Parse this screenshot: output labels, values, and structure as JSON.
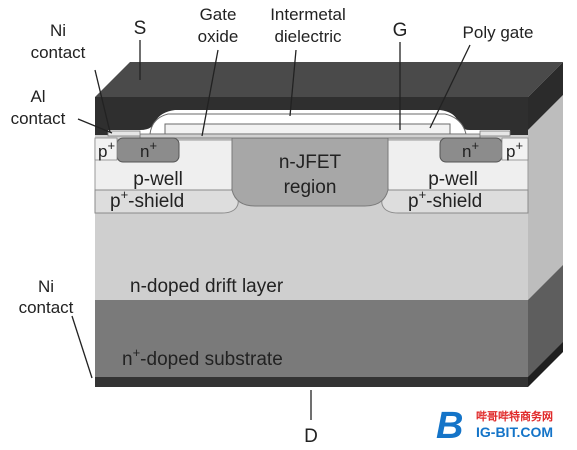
{
  "labels": {
    "s": "S",
    "ni_contact_top_line1": "Ni",
    "ni_contact_top_line2": "contact",
    "al_contact_line1": "Al",
    "al_contact_line2": "contact",
    "gate_oxide_line1": "Gate",
    "gate_oxide_line2": "oxide",
    "intermetal_line1": "Intermetal",
    "intermetal_line2": "dielectric",
    "g": "G",
    "poly_gate": "Poly gate",
    "p_plus": "p",
    "plus_sup": "+",
    "n_plus": "n",
    "n_jfet_line1": "n-JFET",
    "n_jfet_line2": "region",
    "p_well": "p-well",
    "p_shield_p": "p",
    "p_shield_rest": "-shield",
    "drift_layer": "n-doped drift layer",
    "ni_contact_bottom_line1": "Ni",
    "ni_contact_bottom_line2": "contact",
    "substrate_n": "n",
    "substrate_rest": "-doped substrate",
    "d": "D"
  },
  "watermark": {
    "brand": "BIG-BIT.COM",
    "brand_b": "B",
    "brand_rest": "IG-BIT.COM",
    "chinese": "哔哥哔特商务网"
  },
  "colors": {
    "metal_top": "#3a3a3a",
    "metal_top_face": "#2a2a2a",
    "drift": "#cfcfcf",
    "substrate": "#7a7a7a",
    "bottom_metal": "#333333",
    "p_well": "#ececec",
    "p_shield": "#dadada",
    "jfet": "#a5a5a5",
    "n_plus": "#8a8a8a",
    "dielectric": "#ffffff",
    "watermark_blue": "#1474c8",
    "watermark_red": "#e02a2a"
  }
}
